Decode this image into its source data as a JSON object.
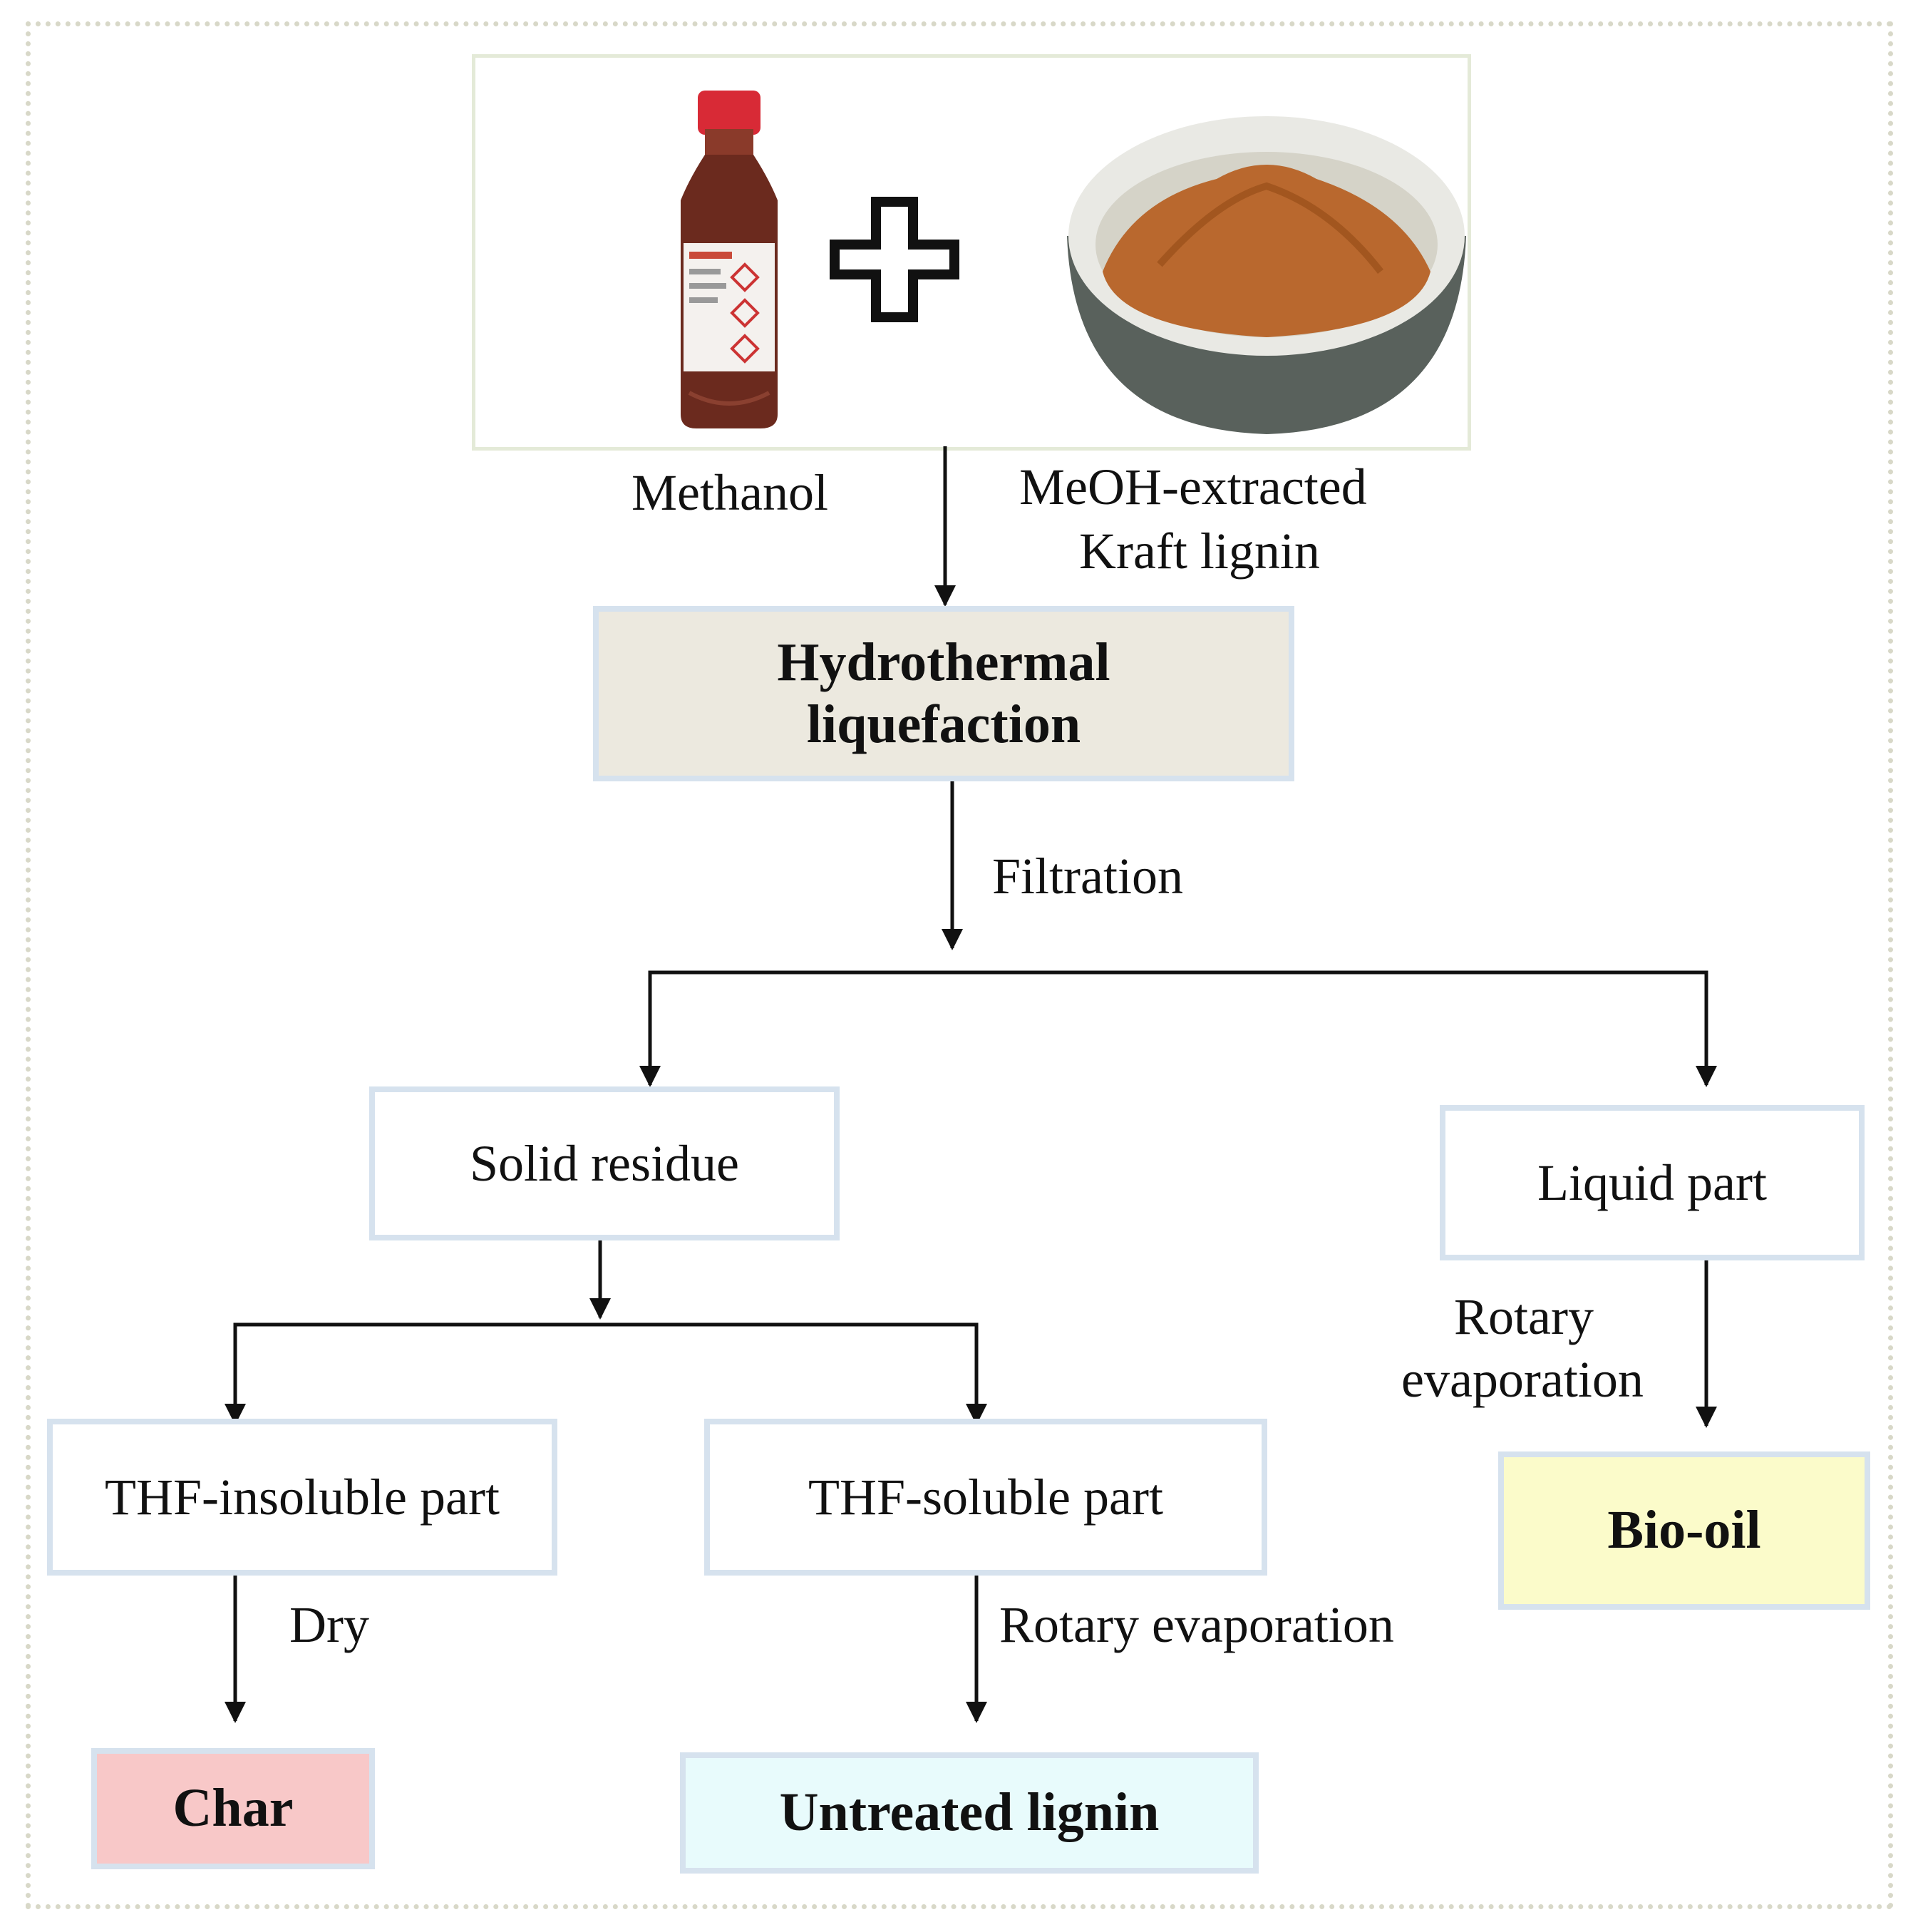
{
  "inputs": {
    "methanol_label": "Methanol",
    "lignin_label_line1": "MeOH-extracted",
    "lignin_label_line2": "Kraft lignin"
  },
  "nodes": {
    "htl_line1": "Hydrothermal",
    "htl_line2": "liquefaction",
    "solid": "Solid residue",
    "liquid": "Liquid part",
    "thf_insoluble": "THF-insoluble part",
    "thf_soluble": "THF-soluble part",
    "char": "Char",
    "untreated": "Untreated lignin",
    "biooil": "Bio-oil"
  },
  "steps": {
    "filtration": "Filtration",
    "dry": "Dry",
    "rotary_soluble": "Rotary evaporation",
    "rotary_liquid_line1": "Rotary",
    "rotary_liquid_line2": "evaporation"
  },
  "colors": {
    "htl_fill": "#ece9df",
    "char_fill": "#f8c8c8",
    "untreated_fill": "#e8fbfc",
    "biooil_fill": "#fbfbca",
    "box_border": "#d6e2ee"
  }
}
